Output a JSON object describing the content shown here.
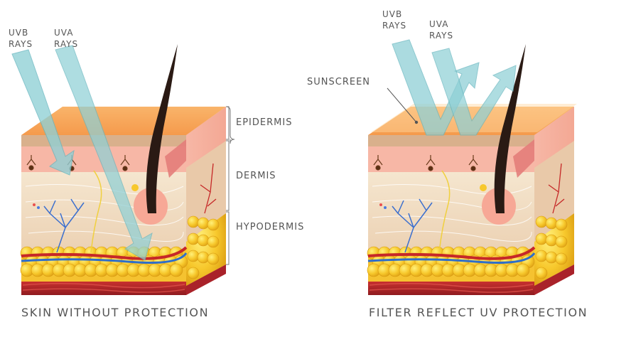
{
  "left_panel": {
    "ray_uvb": [
      "UVB",
      "RAYS"
    ],
    "ray_uva": [
      "UVA",
      "RAYS"
    ],
    "layers": {
      "epidermis": "EPIDERMIS",
      "dermis": "DERMIS",
      "hypodermis": "HYPODERMIS"
    },
    "caption": "SKIN WITHOUT PROTECTION"
  },
  "right_panel": {
    "ray_uvb": [
      "UVB",
      "RAYS"
    ],
    "ray_uva": [
      "UVA",
      "RAYS"
    ],
    "sunscreen": "SUNSCREEN",
    "caption": "FILTER REFLECT UV PROTECTION"
  },
  "colors": {
    "epidermis_top": "#f7a155",
    "dermis": "#f2dcc3",
    "dermis_pink": "#f7b7a6",
    "fat": "#f7c82c",
    "muscle": "#b8252b",
    "hair": "#2a1a14",
    "ray": "#8fd0d6",
    "label": "#555555"
  }
}
